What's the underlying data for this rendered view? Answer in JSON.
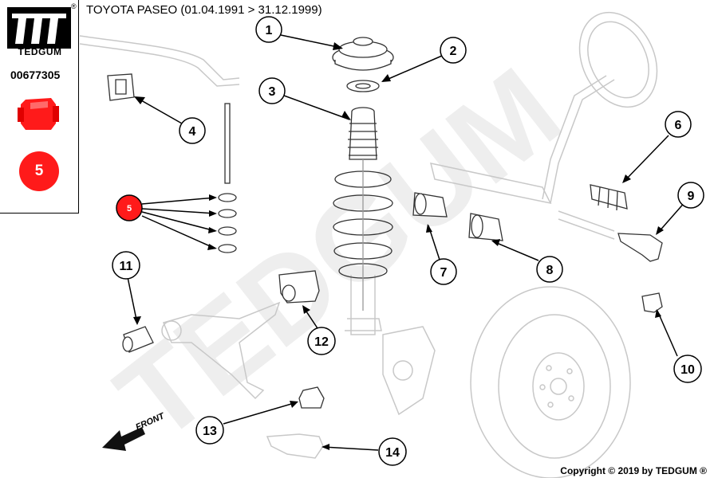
{
  "header": {
    "title": "TOYOTA PASEO (01.04.1991 > 31.12.1999)"
  },
  "brand": {
    "name": "TEDGUM",
    "registered": "®",
    "part_number": "00677305",
    "highlight_label": "5",
    "accent_color": "#ff1a1a",
    "watermark": "TEDGUM"
  },
  "diagram": {
    "highlighted_callout": "5",
    "front_label": "FRONT",
    "callouts": [
      {
        "label": "1"
      },
      {
        "label": "2"
      },
      {
        "label": "3"
      },
      {
        "label": "4"
      },
      {
        "label": "5"
      },
      {
        "label": "6"
      },
      {
        "label": "7"
      },
      {
        "label": "8"
      },
      {
        "label": "9"
      },
      {
        "label": "10"
      },
      {
        "label": "11"
      },
      {
        "label": "12"
      },
      {
        "label": "13"
      },
      {
        "label": "14"
      }
    ]
  },
  "footer": {
    "copyright": "Copyright © 2019 by TEDGUM ®"
  }
}
